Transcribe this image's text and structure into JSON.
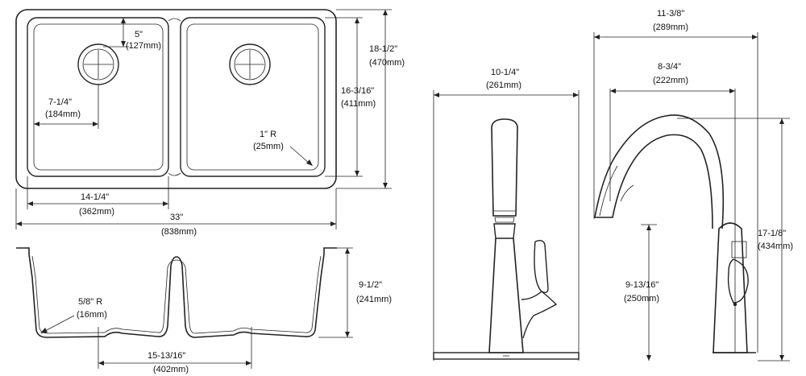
{
  "sink_top": {
    "drain_offset_depth": {
      "imperial": "5\"",
      "metric": "(127mm)"
    },
    "drain_offset_side": {
      "imperial": "7-1/4\"",
      "metric": "(184mm)"
    },
    "corner_radius": {
      "imperial": "1\" R",
      "metric": "(25mm)"
    },
    "bowl_depth_inner": {
      "imperial": "16-3/16\"",
      "metric": "(411mm)"
    },
    "overall_depth": {
      "imperial": "18-1/2\"",
      "metric": "(470mm)"
    },
    "bowl_width": {
      "imperial": "14-1/4\"",
      "metric": "(362mm)"
    },
    "overall_width": {
      "imperial": "33\"",
      "metric": "(838mm)"
    }
  },
  "sink_section": {
    "bottom_radius": {
      "imperial": "5/8\" R",
      "metric": "(16mm)"
    },
    "drain_spacing": {
      "imperial": "15-13/16\"",
      "metric": "(402mm)"
    },
    "bowl_height": {
      "imperial": "9-1/2\"",
      "metric": "(241mm)"
    }
  },
  "faucet_front": {
    "base_width": {
      "imperial": "10-1/4\"",
      "metric": "(261mm)"
    }
  },
  "faucet_side": {
    "overall_reach": {
      "imperial": "11-3/8\"",
      "metric": "(289mm)"
    },
    "spout_reach": {
      "imperial": "8-3/4\"",
      "metric": "(222mm)"
    },
    "spout_height": {
      "imperial": "9-13/16\"",
      "metric": "(250mm)"
    },
    "overall_height": {
      "imperial": "17-1/8\"",
      "metric": "(434mm)"
    }
  }
}
